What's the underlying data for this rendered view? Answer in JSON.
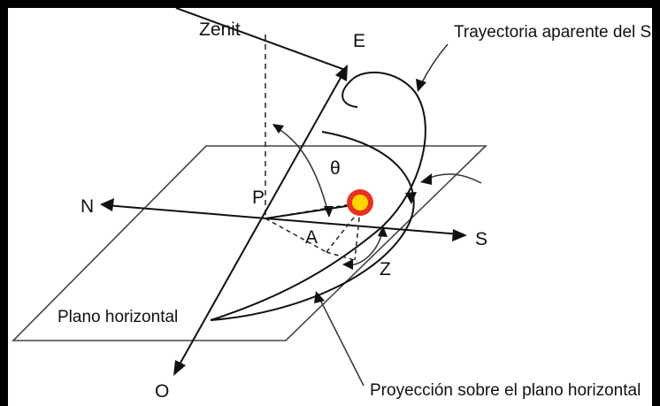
{
  "labels": {
    "zenith": "Zenit",
    "east": "E",
    "north": "N",
    "south": "S",
    "west": "O",
    "point_p": "P",
    "point_a": "A",
    "azimuth": "Z",
    "theta": "θ",
    "sun_path": "Trayectoria aparente del Sol",
    "horizontal_plane": "Plano horizontal",
    "projection": "Proyección sobre el plano horizontal"
  },
  "colors": {
    "frame": "#000000",
    "background": "#ffffff",
    "sun_outer": "#e8321e",
    "sun_inner": "#ffd400"
  },
  "icons": {
    "sun": "sun-icon"
  }
}
